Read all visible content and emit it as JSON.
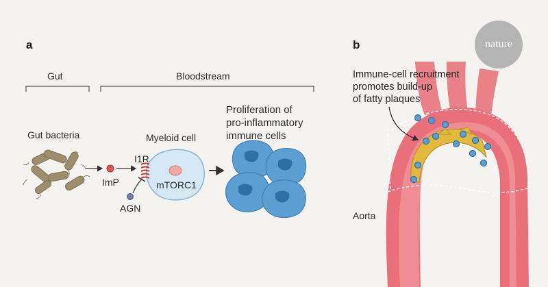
{
  "panel_a": {
    "letter": "a",
    "region_gut": "Gut",
    "region_bloodstream": "Bloodstream",
    "gut_bacteria": "Gut bacteria",
    "imp": "ImP",
    "agn": "AGN",
    "i1r": "I1R",
    "myeloid_cell": "Myeloid cell",
    "mtorc1": "mTORC1",
    "proliferation": [
      "Proliferation of",
      "pro-inflammatory",
      "immune cells"
    ]
  },
  "panel_b": {
    "letter": "b",
    "callout": [
      "Immune-cell recruitment",
      "promotes build-up",
      "of fatty plaques"
    ],
    "aorta": "Aorta"
  },
  "logo": "nature",
  "colors": {
    "background": "#f4f3f0",
    "bacteria": "#9d8f6e",
    "myeloid": "#cfe3f0",
    "immune_cell": "#5c9fd2",
    "aorta": "#e9707a",
    "plaque": "#e2bb3c",
    "imp": "#d95a5a",
    "agn": "#6f7fa6",
    "receptor": "#c23a3a"
  }
}
